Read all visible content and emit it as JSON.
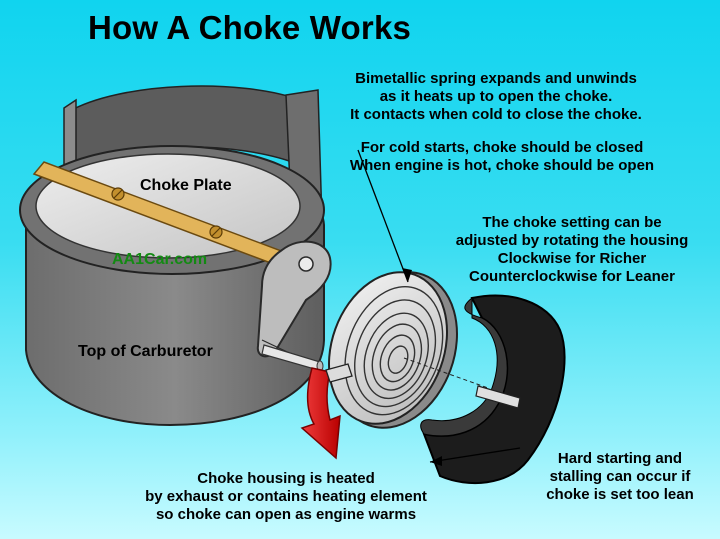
{
  "title": "How A Choke Works",
  "labels": {
    "choke_plate": "Choke Plate",
    "website": "AA1Car.com",
    "top_of_carburetor": "Top of Carburetor"
  },
  "callouts": {
    "bimetallic_spring": [
      "Bimetallic spring expands and unwinds",
      "as it heats up to open the choke.",
      "It contacts when cold to close the choke."
    ],
    "cold_start": [
      "For cold starts, choke should be closed",
      "When engine is hot, choke should be open"
    ],
    "choke_setting": [
      "The choke setting can be",
      "adjusted by rotating the housing",
      "Clockwise for Richer",
      "Counterclockwise for Leaner"
    ],
    "hard_starting": [
      "Hard starting and",
      "stalling can occur if",
      "choke is set too lean"
    ],
    "housing_heated": [
      "Choke housing is heated",
      "by exhaust or contains heating element",
      "so choke can open as engine warms"
    ]
  },
  "colors": {
    "background_top": "#10d4ef",
    "background_bottom": "#c8fbff",
    "body_gray": "#7b7b7b",
    "choke_plate_fill": "#d9d9d9",
    "shaft_tan": "#e2b45a",
    "arrow_red": "#d81010",
    "housing_black": "#1c1c1c",
    "brand_green": "#138a13"
  }
}
